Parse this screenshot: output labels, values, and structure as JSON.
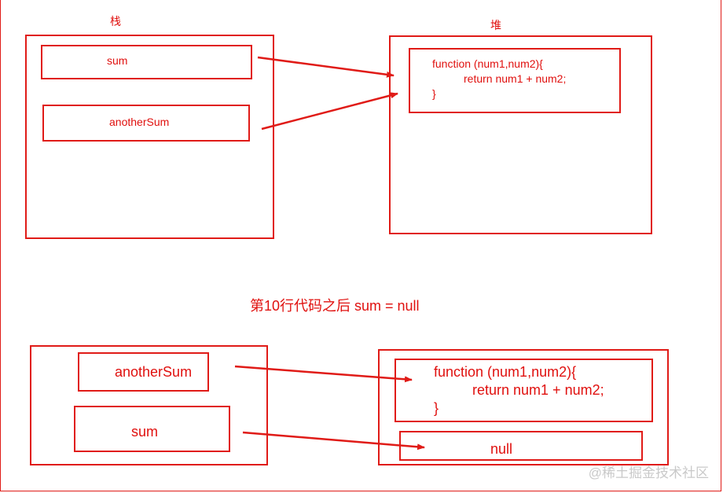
{
  "top": {
    "stack_label": "栈",
    "heap_label": "堆",
    "stack_items": [
      "sum",
      "anotherSum"
    ],
    "code": [
      "function (num1,num2){",
      "return num1 + num2;",
      "}"
    ]
  },
  "caption": "第10行代码之后 sum = null",
  "bottom": {
    "stack_items": [
      "anotherSum",
      "sum"
    ],
    "code": [
      "function (num1,num2){",
      "return num1 + num2;",
      "}"
    ],
    "null_label": "null"
  },
  "watermark": "@稀土掘金技术社区",
  "colors": {
    "line": "#e01b17",
    "text": "#e0100e",
    "watermark": "#c9c9c9"
  }
}
